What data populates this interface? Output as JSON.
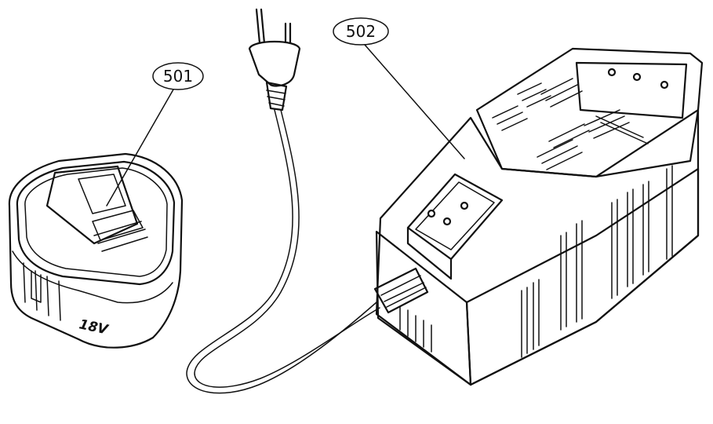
{
  "callouts": [
    {
      "id": "501",
      "label": "501"
    },
    {
      "id": "502",
      "label": "502"
    }
  ],
  "battery": {
    "voltage_label": "18V"
  }
}
